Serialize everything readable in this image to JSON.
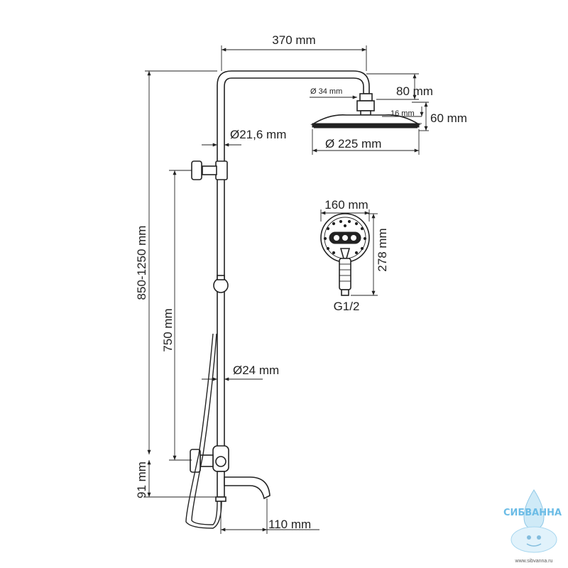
{
  "dimensions": {
    "top_width": "370 mm",
    "head_offset": "80 mm",
    "nozzle_diameter": "Ø 34 mm",
    "head_thickness": "16 mm",
    "head_height": "60 mm",
    "arm_diameter": "Ø21,6 mm",
    "head_diameter": "Ø 225 mm",
    "total_height": "850-1250 mm",
    "rail_height": "750 mm",
    "pipe_diameter": "Ø24 mm",
    "base_height": "91 mm",
    "spout_length": "110 mm"
  },
  "hand_shower": {
    "width": "160 mm",
    "length": "278 mm",
    "thread": "G1/2"
  },
  "watermark": {
    "brand": "СИБВАННА",
    "url": "www.sibvanna.ru"
  }
}
